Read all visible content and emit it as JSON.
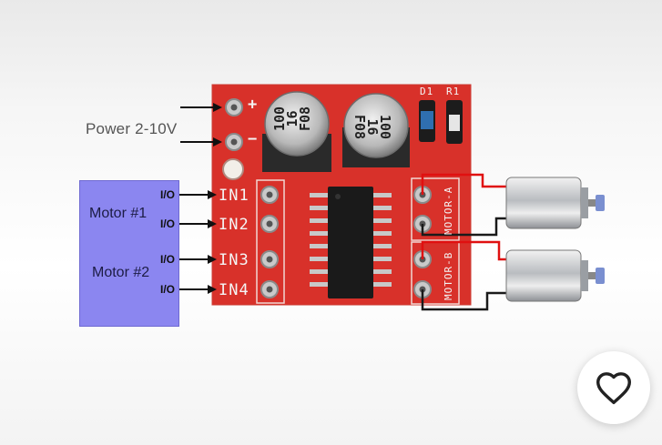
{
  "diagram": {
    "power_label": "Power 2-10V",
    "power_plus": "+",
    "power_minus": "−",
    "controller": {
      "label_motor1": "Motor #1",
      "label_motor2": "Motor #2",
      "io_labels": [
        "I/O",
        "I/O",
        "I/O",
        "I/O"
      ]
    },
    "inputs": [
      "IN1",
      "IN2",
      "IN3",
      "IN4"
    ],
    "outputs": {
      "motor_a": "MOTOR-A",
      "motor_b": "MOTOR-B"
    },
    "silkscreen": {
      "d1": "D1",
      "r1": "R1"
    },
    "capacitor_marking": [
      "100",
      "16",
      "F08"
    ],
    "colors": {
      "board": "#d8312a",
      "controller_box": "#8b86f0",
      "wire_red": "#e01010",
      "wire_black": "#1a1a1a"
    }
  },
  "actions": {
    "favorite_icon": "heart-icon"
  }
}
